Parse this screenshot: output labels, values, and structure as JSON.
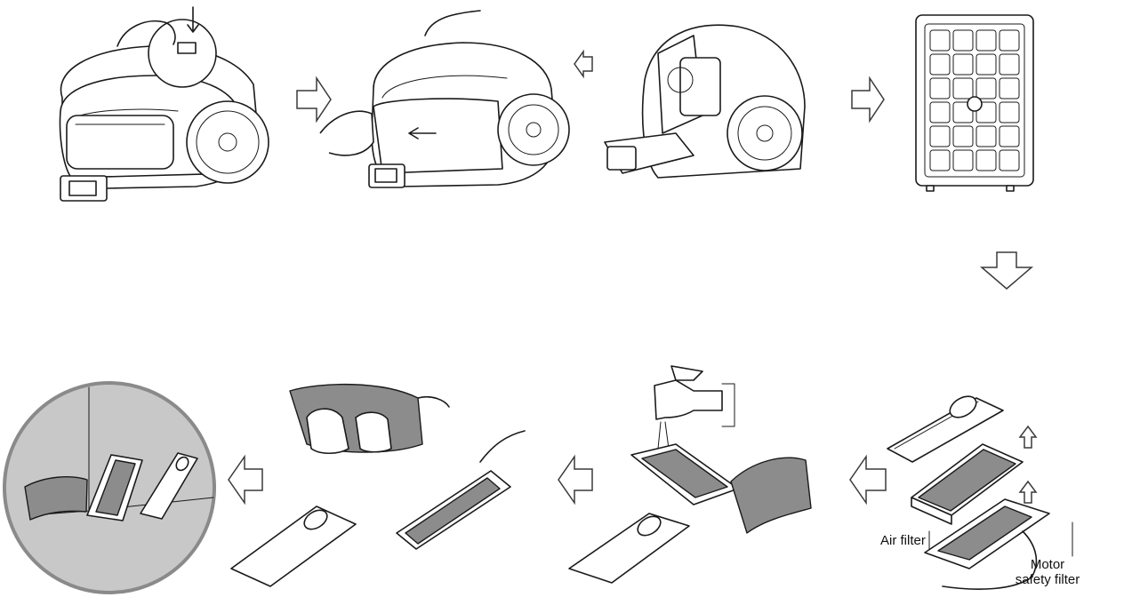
{
  "labels": {
    "air_filter": "Air filter",
    "motor_safety_filter_line1": "Motor",
    "motor_safety_filter_line2": "safety filter"
  },
  "icons": [
    "press-button-icon",
    "step-arrow-right",
    "step-arrow-left",
    "step-arrow-down",
    "up-arrow-icon",
    "water-tap-icon"
  ],
  "colors": {
    "line": "#1a1a1a",
    "filter_media": "#8c8c8c",
    "background_circle": "#c8c8c8"
  }
}
